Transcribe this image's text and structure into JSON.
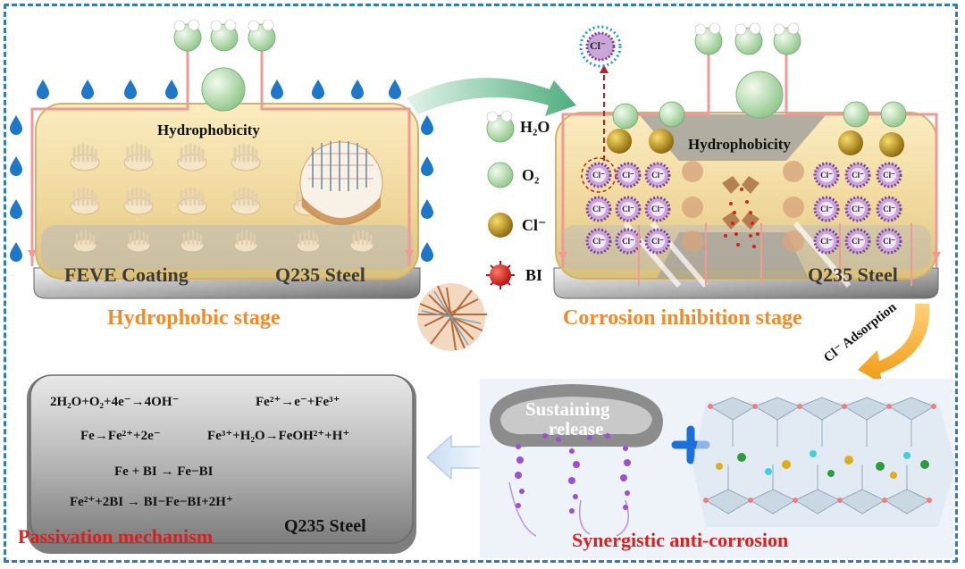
{
  "figure": {
    "hydrophobic_stage": {
      "title": "Hydrophobic stage",
      "hydrophobicity": "Hydrophobicity",
      "coating_label": "FEVE Coating",
      "steel_label": "Q235 Steel"
    },
    "corrosion_stage": {
      "title": "Corrosion inhibition stage",
      "hydrophobicity": "Hydrophobicity",
      "steel_label": "Q235 Steel",
      "ion_label": "Cl⁻",
      "arrow_label": "Cl⁻ Adsorption"
    },
    "legend": {
      "h2o": "H₂O",
      "o2": "O₂",
      "cl": "Cl⁻",
      "bi": "BI"
    },
    "synergy": {
      "sustaining": "Sustaining",
      "release": "release",
      "title": "Synergistic anti-corrosion"
    },
    "passivation": {
      "eq1": "2H₂O+O₂+4e⁻→4OH⁻",
      "eq2": "Fe²⁺→e⁻+Fe³⁺",
      "eq3": "Fe→Fe²⁺+2e⁻",
      "eq4": "Fe³⁺+H₂O→FeOH²⁺+H⁺",
      "eq5": "Fe + BI → Fe−BI",
      "eq6": "Fe²⁺+2BI → BI−Fe−BI+2H⁺",
      "steel_label": "Q235 Steel",
      "title": "Passivation mechanism"
    },
    "colors": {
      "border": "#2f7dbf",
      "orange_title": "#f08a2a",
      "red_title": "#d6211f",
      "water_drop": "#1f77c9",
      "chloride": "#b8860b",
      "inhibitor": "#d81e1e",
      "plus": "#1a6fd8",
      "arrow_green": "#5fb98a",
      "arrow_orange": "#f5a623"
    }
  }
}
